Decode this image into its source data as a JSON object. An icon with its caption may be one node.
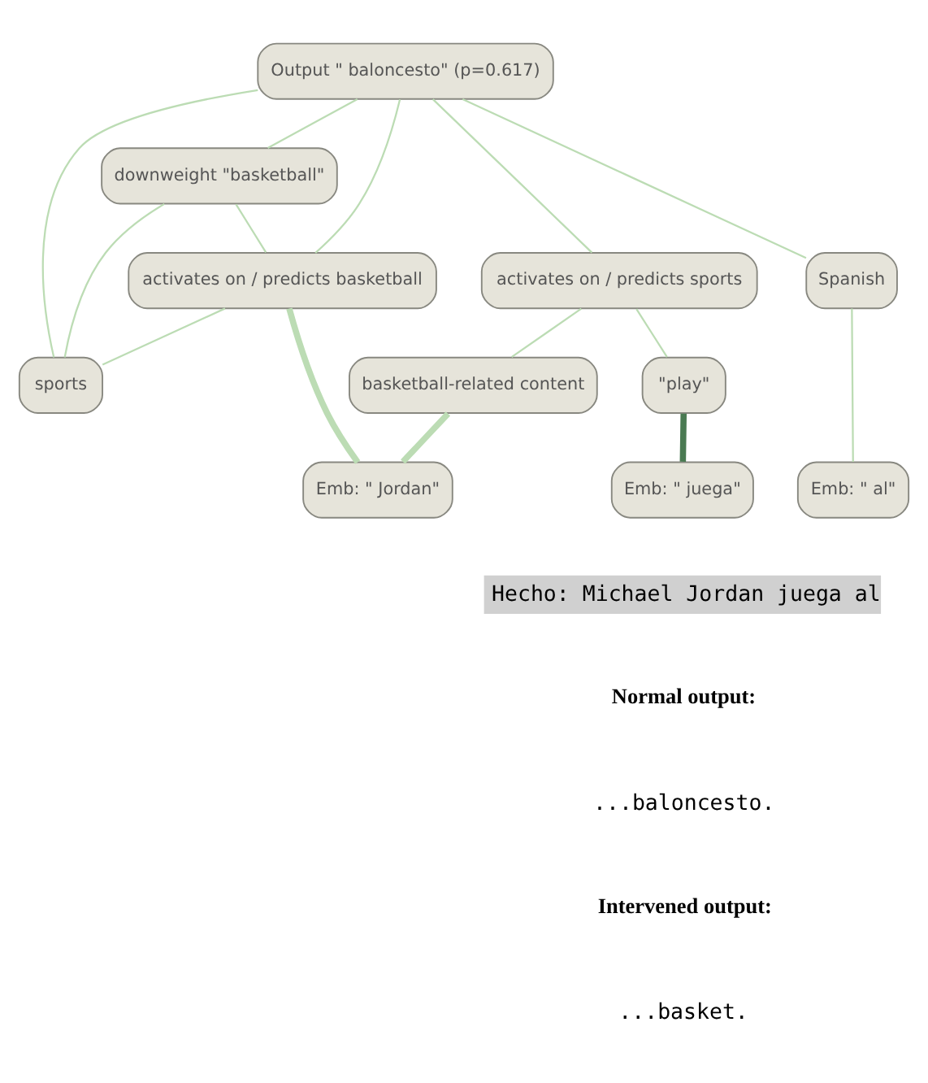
{
  "diagram": {
    "nodes": [
      {
        "text": [
          "Output \" baloncesto\" (p=0.617)"
        ]
      },
      {
        "text": [
          "downweight \"basketball\""
        ]
      },
      {
        "text": [
          "sports"
        ]
      },
      {
        "text": [
          "activates on / predicts basketball"
        ]
      },
      {
        "text": [
          "activates on / predicts sports"
        ]
      },
      {
        "text": [
          "Spanish"
        ]
      },
      {
        "text": [
          "basketball-related content"
        ]
      },
      {
        "text": [
          "\"play\""
        ]
      },
      {
        "text": [
          "Emb: \" Jordan\""
        ]
      },
      {
        "text": [
          "Emb: \" juega\""
        ]
      },
      {
        "text": [
          "Emb: \" al\""
        ]
      }
    ],
    "edges": [
      {
        "from": 1,
        "to": 0,
        "arrow": "none"
      },
      {
        "from": 2,
        "to": 0,
        "arrow": "none"
      },
      {
        "from": 3,
        "to": 0,
        "arrow": "none"
      },
      {
        "from": 4,
        "to": 0,
        "arrow": "none"
      },
      {
        "from": 5,
        "to": 0,
        "arrow": "none"
      },
      {
        "from": 2,
        "to": 1,
        "arrow": "none"
      },
      {
        "from": 3,
        "to": 1,
        "arrow": "none"
      },
      {
        "from": 2,
        "to": 3,
        "arrow": "none"
      },
      {
        "from": 8,
        "to": 3,
        "arrow": "none",
        "style": "thick"
      },
      {
        "from": 6,
        "to": 4,
        "arrow": "none"
      },
      {
        "from": 7,
        "to": 4,
        "arrow": "none"
      },
      {
        "from": 8,
        "to": 6,
        "arrow": "none",
        "style": "thick"
      },
      {
        "from": 9,
        "to": 7,
        "arrow": "none",
        "style": "thick",
        "color": "#4a7a52"
      },
      {
        "from": 10,
        "to": 5,
        "arrow": "none"
      }
    ],
    "labels": [
      "Hecho: Michael Jordan juega al",
      "Normal output:",
      "...baloncesto.",
      "Intervened output:",
      "...basket."
    ]
  }
}
